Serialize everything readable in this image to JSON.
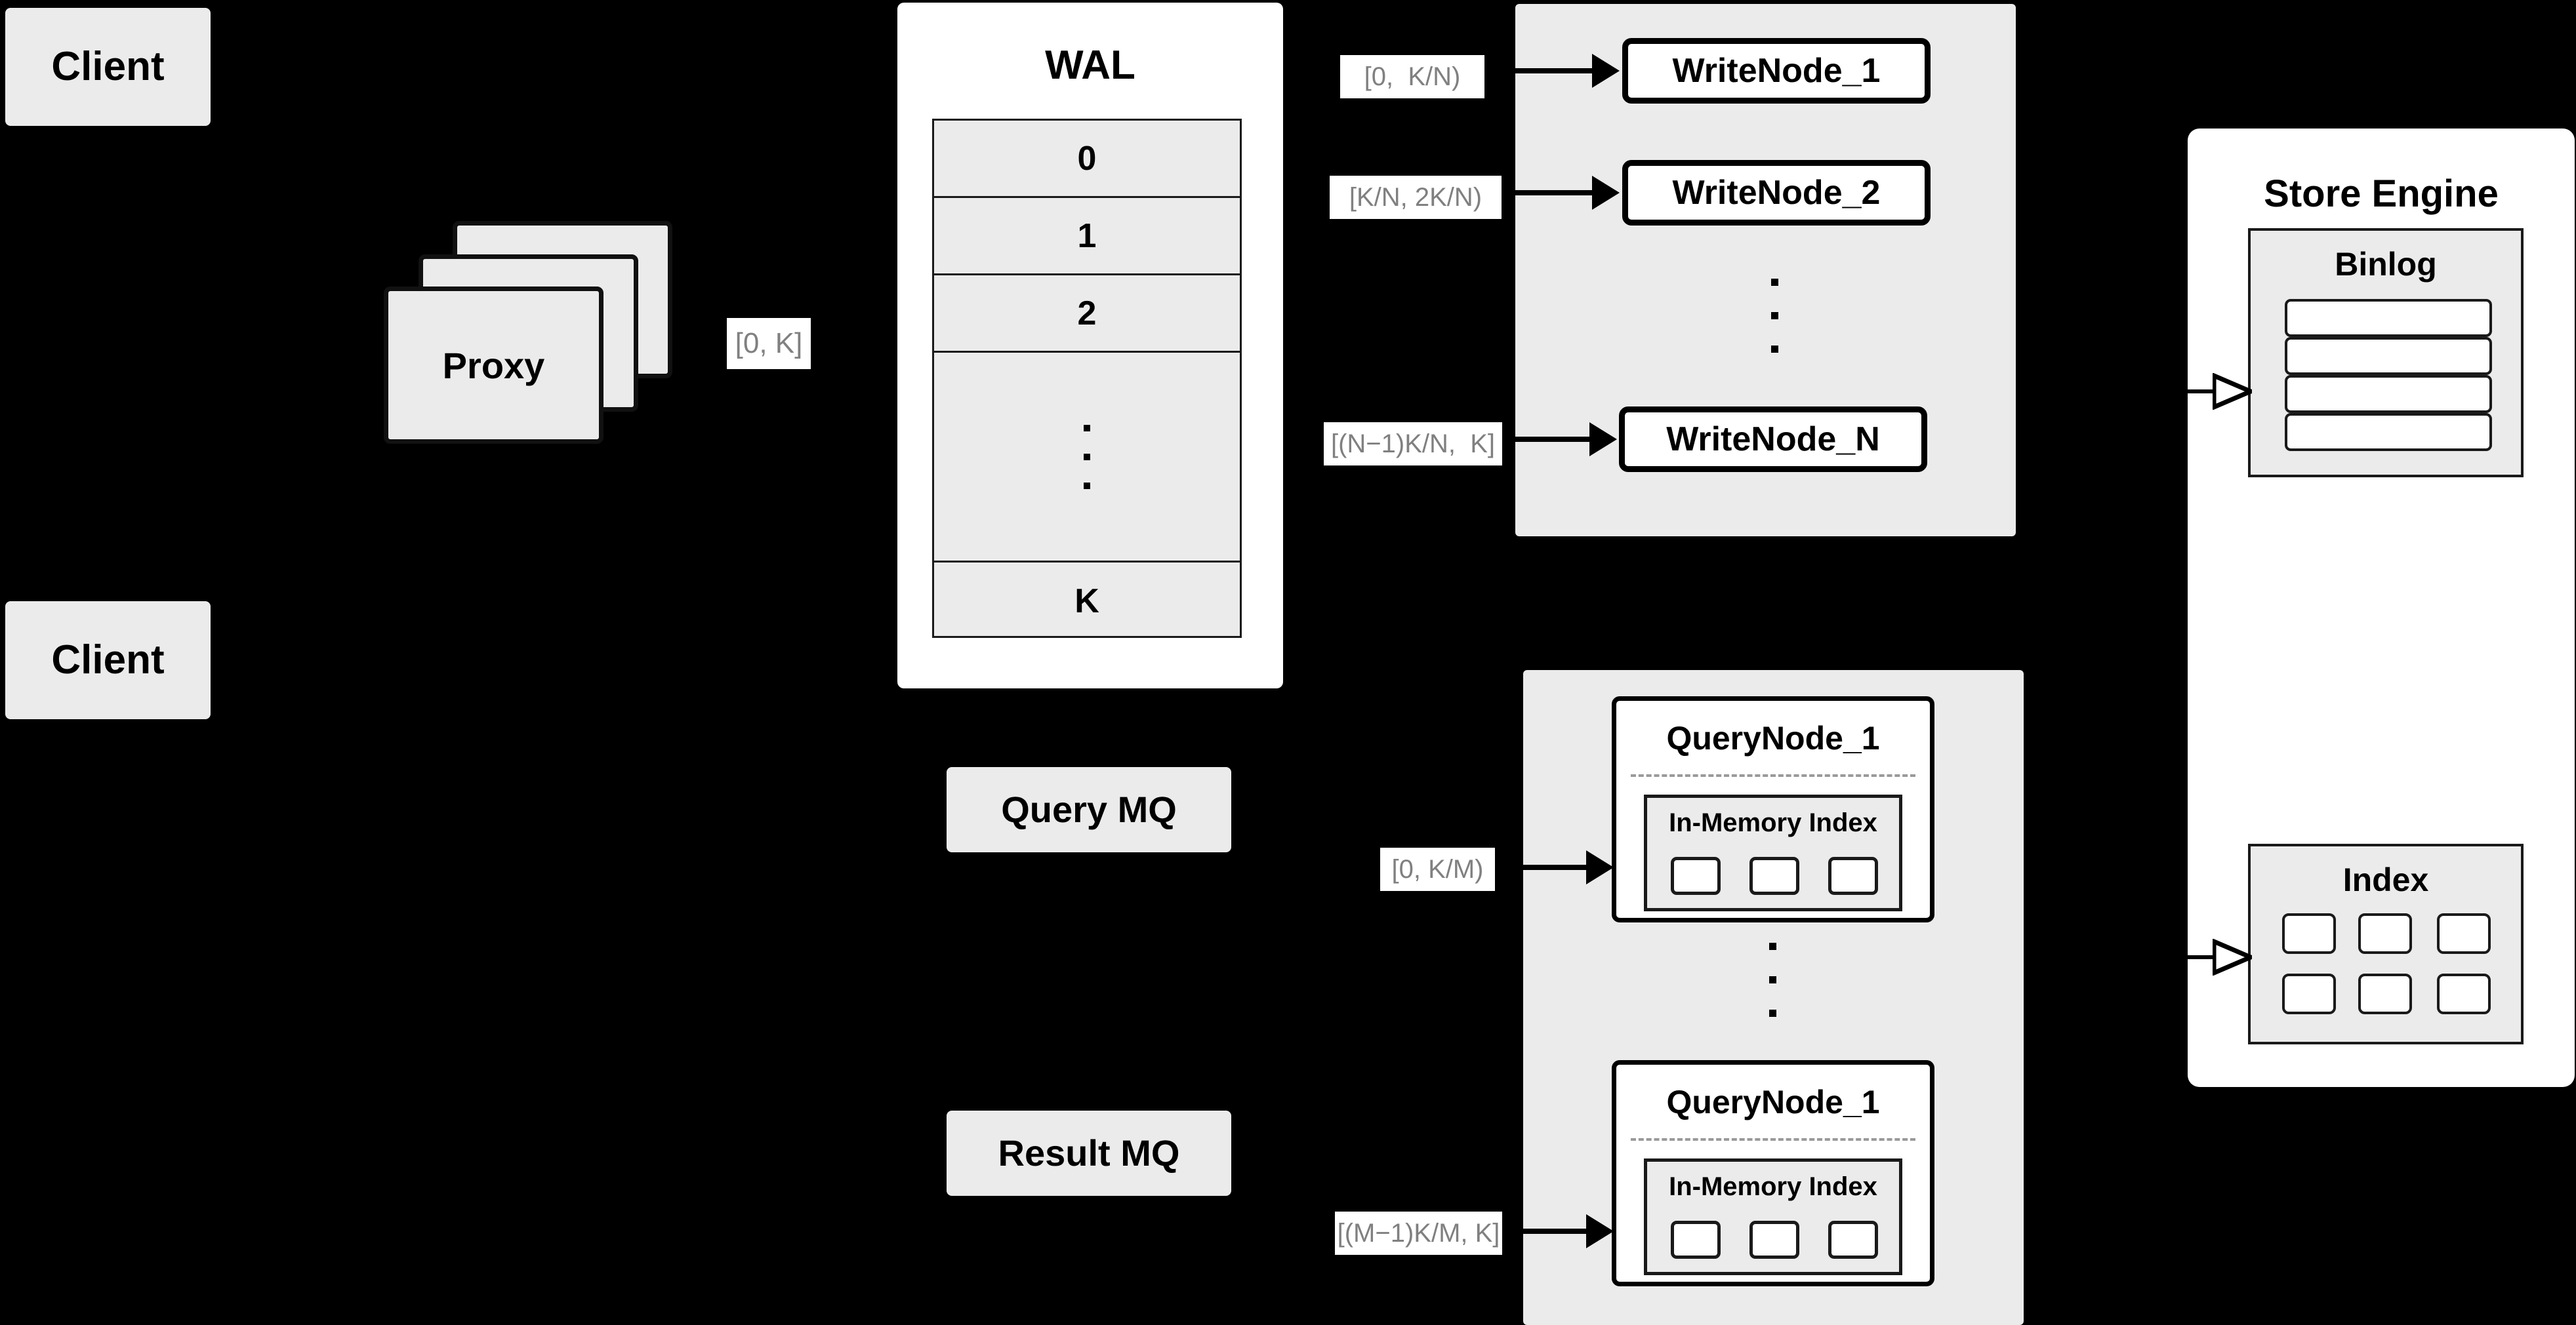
{
  "diagram": {
    "title": "Distributed Write/Query Architecture",
    "colors": {
      "background": "#000000",
      "node_fill": "#ebebeb",
      "panel_fill": "#ffffff",
      "border": "#000000",
      "label_text": "#808080",
      "separator": "#9a9a9a"
    }
  },
  "clients": [
    {
      "label": "Client"
    },
    {
      "label": "Client"
    }
  ],
  "proxy": {
    "label": "Proxy",
    "stack_count": 3,
    "output_label": "[0, K]"
  },
  "wal": {
    "title": "WAL",
    "cells": [
      "0",
      "1",
      "2",
      "⋮",
      "K"
    ]
  },
  "write_cluster": {
    "nodes": [
      {
        "label": "WriteNode_1",
        "range": "[0,  K/N)"
      },
      {
        "label": "WriteNode_2",
        "range": "[K/N, 2K/N)"
      },
      {
        "label": "WriteNode_N",
        "range": "[(N−1)K/N,  K]"
      }
    ],
    "ellipsis": "⋮"
  },
  "query_cluster": {
    "nodes": [
      {
        "label": "QueryNode_1",
        "range": "[0, K/M)",
        "index": {
          "title": "In-Memory Index",
          "chips": 3
        }
      },
      {
        "label": "QueryNode_1",
        "range": "[(M−1)K/M, K]",
        "index": {
          "title": "In-Memory Index",
          "chips": 3
        }
      }
    ],
    "ellipsis": "⋮"
  },
  "message_queues": [
    {
      "label": "Query MQ"
    },
    {
      "label": "Result MQ"
    }
  ],
  "store_engine": {
    "title": "Store Engine",
    "binlog": {
      "title": "Binlog",
      "rows": 4
    },
    "index": {
      "title": "Index",
      "chips": 6,
      "columns": 3,
      "rows": 2
    }
  }
}
